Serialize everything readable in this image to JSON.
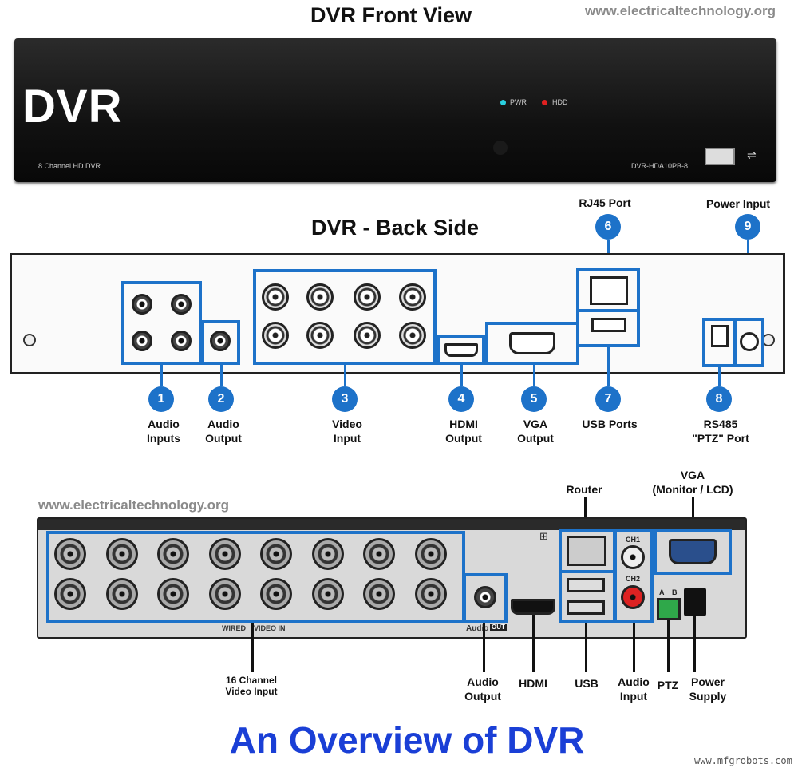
{
  "titles": {
    "front": "DVR Front View",
    "back": "DVR - Back Side",
    "overview": "An Overview of DVR"
  },
  "watermarks": {
    "top": "www.electricaltechnology.org",
    "mid": "www.electricaltechnology.org",
    "bottom": "www.mfgrobots.com"
  },
  "front_panel": {
    "logo": "DVR",
    "model_left": "8 Channel HD DVR",
    "model_right": "DVR-HDA10PB-8",
    "led_pwr": "PWR",
    "led_hdd": "HDD",
    "led_pwr_color": "#2ad0e0",
    "led_hdd_color": "#e02020"
  },
  "back_panel_labels": [
    {
      "num": "1",
      "text": [
        "Audio",
        "Inputs"
      ]
    },
    {
      "num": "2",
      "text": [
        "Audio",
        "Output"
      ]
    },
    {
      "num": "3",
      "text": [
        "Video",
        "Input"
      ]
    },
    {
      "num": "4",
      "text": [
        "HDMI",
        "Output"
      ]
    },
    {
      "num": "5",
      "text": [
        "VGA",
        "Output"
      ]
    },
    {
      "num": "6",
      "text": [
        "RJ45 Port"
      ]
    },
    {
      "num": "7",
      "text": [
        "USB Ports"
      ]
    },
    {
      "num": "8",
      "text": [
        "RS485",
        "\"PTZ\" Port"
      ]
    },
    {
      "num": "9",
      "text": [
        "Power Input"
      ]
    }
  ],
  "overview_labels": {
    "router": "Router",
    "vga": [
      "VGA",
      "(Monitor / LCD)"
    ],
    "video_in": [
      "16 Channel",
      "Video Input"
    ],
    "audio_out": [
      "Audio",
      "Output"
    ],
    "hdmi": "HDMI",
    "usb": "USB",
    "audio_in": [
      "Audio",
      "Input"
    ],
    "ptz": "PTZ",
    "power": [
      "Power",
      "Supply"
    ],
    "wired_video_in": "WIRED    VIDEO IN",
    "audio_silk": "Audio",
    "out_silk": "OUT",
    "ch1": "CH1",
    "ch2": "CH2",
    "ptz_a": "A",
    "ptz_b": "B"
  },
  "colors": {
    "accent": "#1d72c9",
    "overview_title": "#1a3fd6"
  }
}
